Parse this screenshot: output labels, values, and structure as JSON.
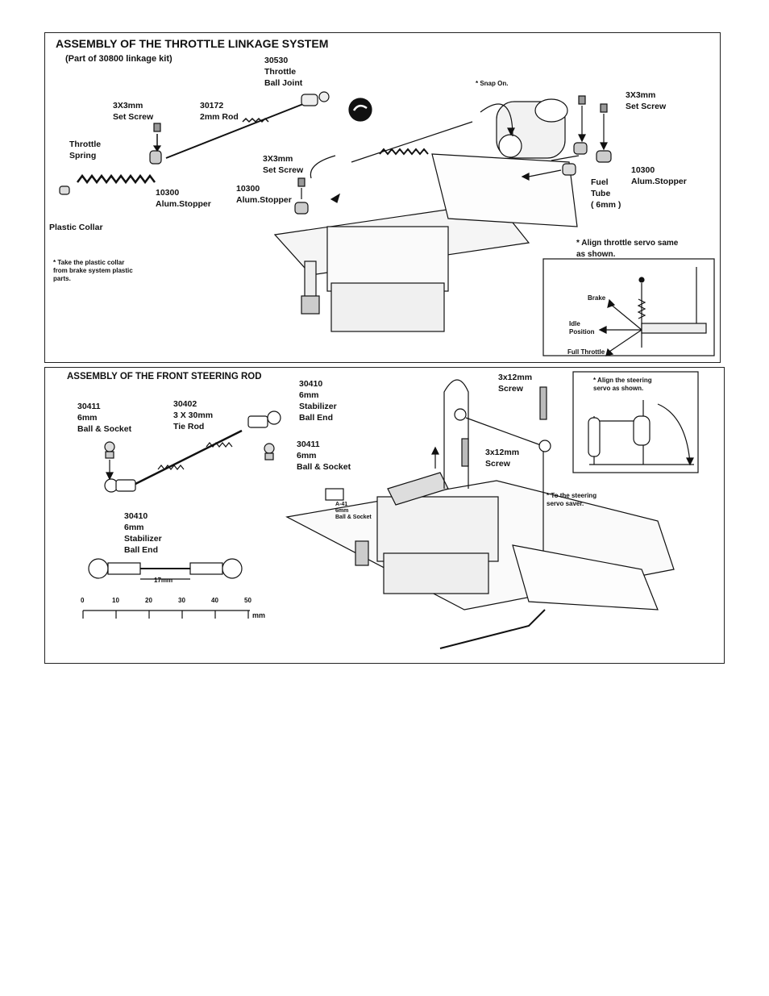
{
  "throttle": {
    "title": "ASSEMBLY OF THE THROTTLE LINKAGE SYSTEM",
    "subtitle": "(Part of 30800 linkage kit)",
    "ball_joint": "30530\nThrottle\nBall Joint",
    "rod": "30172\n2mm Rod",
    "set_screw_a": "3X3mm\nSet Screw",
    "throttle_spring": "Throttle\nSpring",
    "stopper_a": "10300\nAlum.Stopper",
    "plastic_collar": "Plastic Collar",
    "set_screw_b": "3X3mm\nSet Screw",
    "stopper_b": "10300\nAlum.Stopper",
    "note_collar": "* Take the plastic collar\n   from brake system plastic\n   parts.",
    "snap_on": "* Snap On.",
    "set_screw_c": "3X3mm\nSet Screw",
    "stopper_c": "10300\nAlum.Stopper",
    "fuel_tube": "Fuel\n  Tube\n  ( 6mm )",
    "align_note": "* Align throttle servo same\n   as shown.",
    "brake": "Brake",
    "idle": "Idle\nPosition",
    "full_throttle": "Full Throttle"
  },
  "steering": {
    "title": "ASSEMBLY OF THE FRONT STEERING ROD",
    "end_a": "30410\n6mm\nStabilizer\nBall End",
    "ball_a": "30411\n6mm\nBall & Socket",
    "tie_rod": "30402\n3 X 30mm\nTie  Rod",
    "ball_b": "30411\n6mm\nBall & Socket",
    "end_b": "30410\n6mm\nStabilizer\nBall End",
    "gauge": "17mm",
    "ruler_ticks": [
      "0",
      "10",
      "20",
      "30",
      "40",
      "50"
    ],
    "ruler_unit": "mm",
    "screw_a": "3x12mm\nScrew",
    "screw_b": "3x12mm\nScrew",
    "align_note": "* Align the steering\n  servo as shown.",
    "saver_note": "* To the steering\n  servo saver.",
    "small_part": "A-41\n6mm\nBall & Socket"
  }
}
